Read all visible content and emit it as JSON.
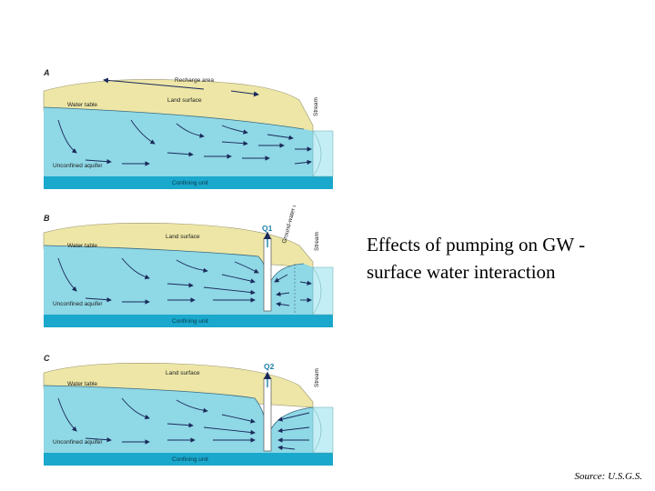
{
  "slide": {
    "title": "Effects of pumping on GW - surface water interaction",
    "source": "Source: U.S.G.S."
  },
  "colors": {
    "land": "#ede6a6",
    "aquifer": "#8fd8e6",
    "confining": "#1aa8cc",
    "stream": "#c4eef6",
    "arrow": "#1a2a5a"
  },
  "panels": [
    {
      "letter": "A",
      "recharge": "Recharge area",
      "land_surface": "Land surface",
      "water_table": "Water table",
      "stream": "Stream",
      "aquifer": "Unconfined aquifer",
      "confining": "Confining unit"
    },
    {
      "letter": "B",
      "well": "Q1",
      "divide": "Ground-water divide",
      "land_surface": "Land surface",
      "water_table": "Water table",
      "stream": "Stream",
      "aquifer": "Unconfined aquifer",
      "confining": "Confining unit"
    },
    {
      "letter": "C",
      "well": "Q2",
      "land_surface": "Land surface",
      "water_table": "Water table",
      "stream": "Stream",
      "aquifer": "Unconfined aquifer",
      "confining": "Confining unit"
    }
  ]
}
